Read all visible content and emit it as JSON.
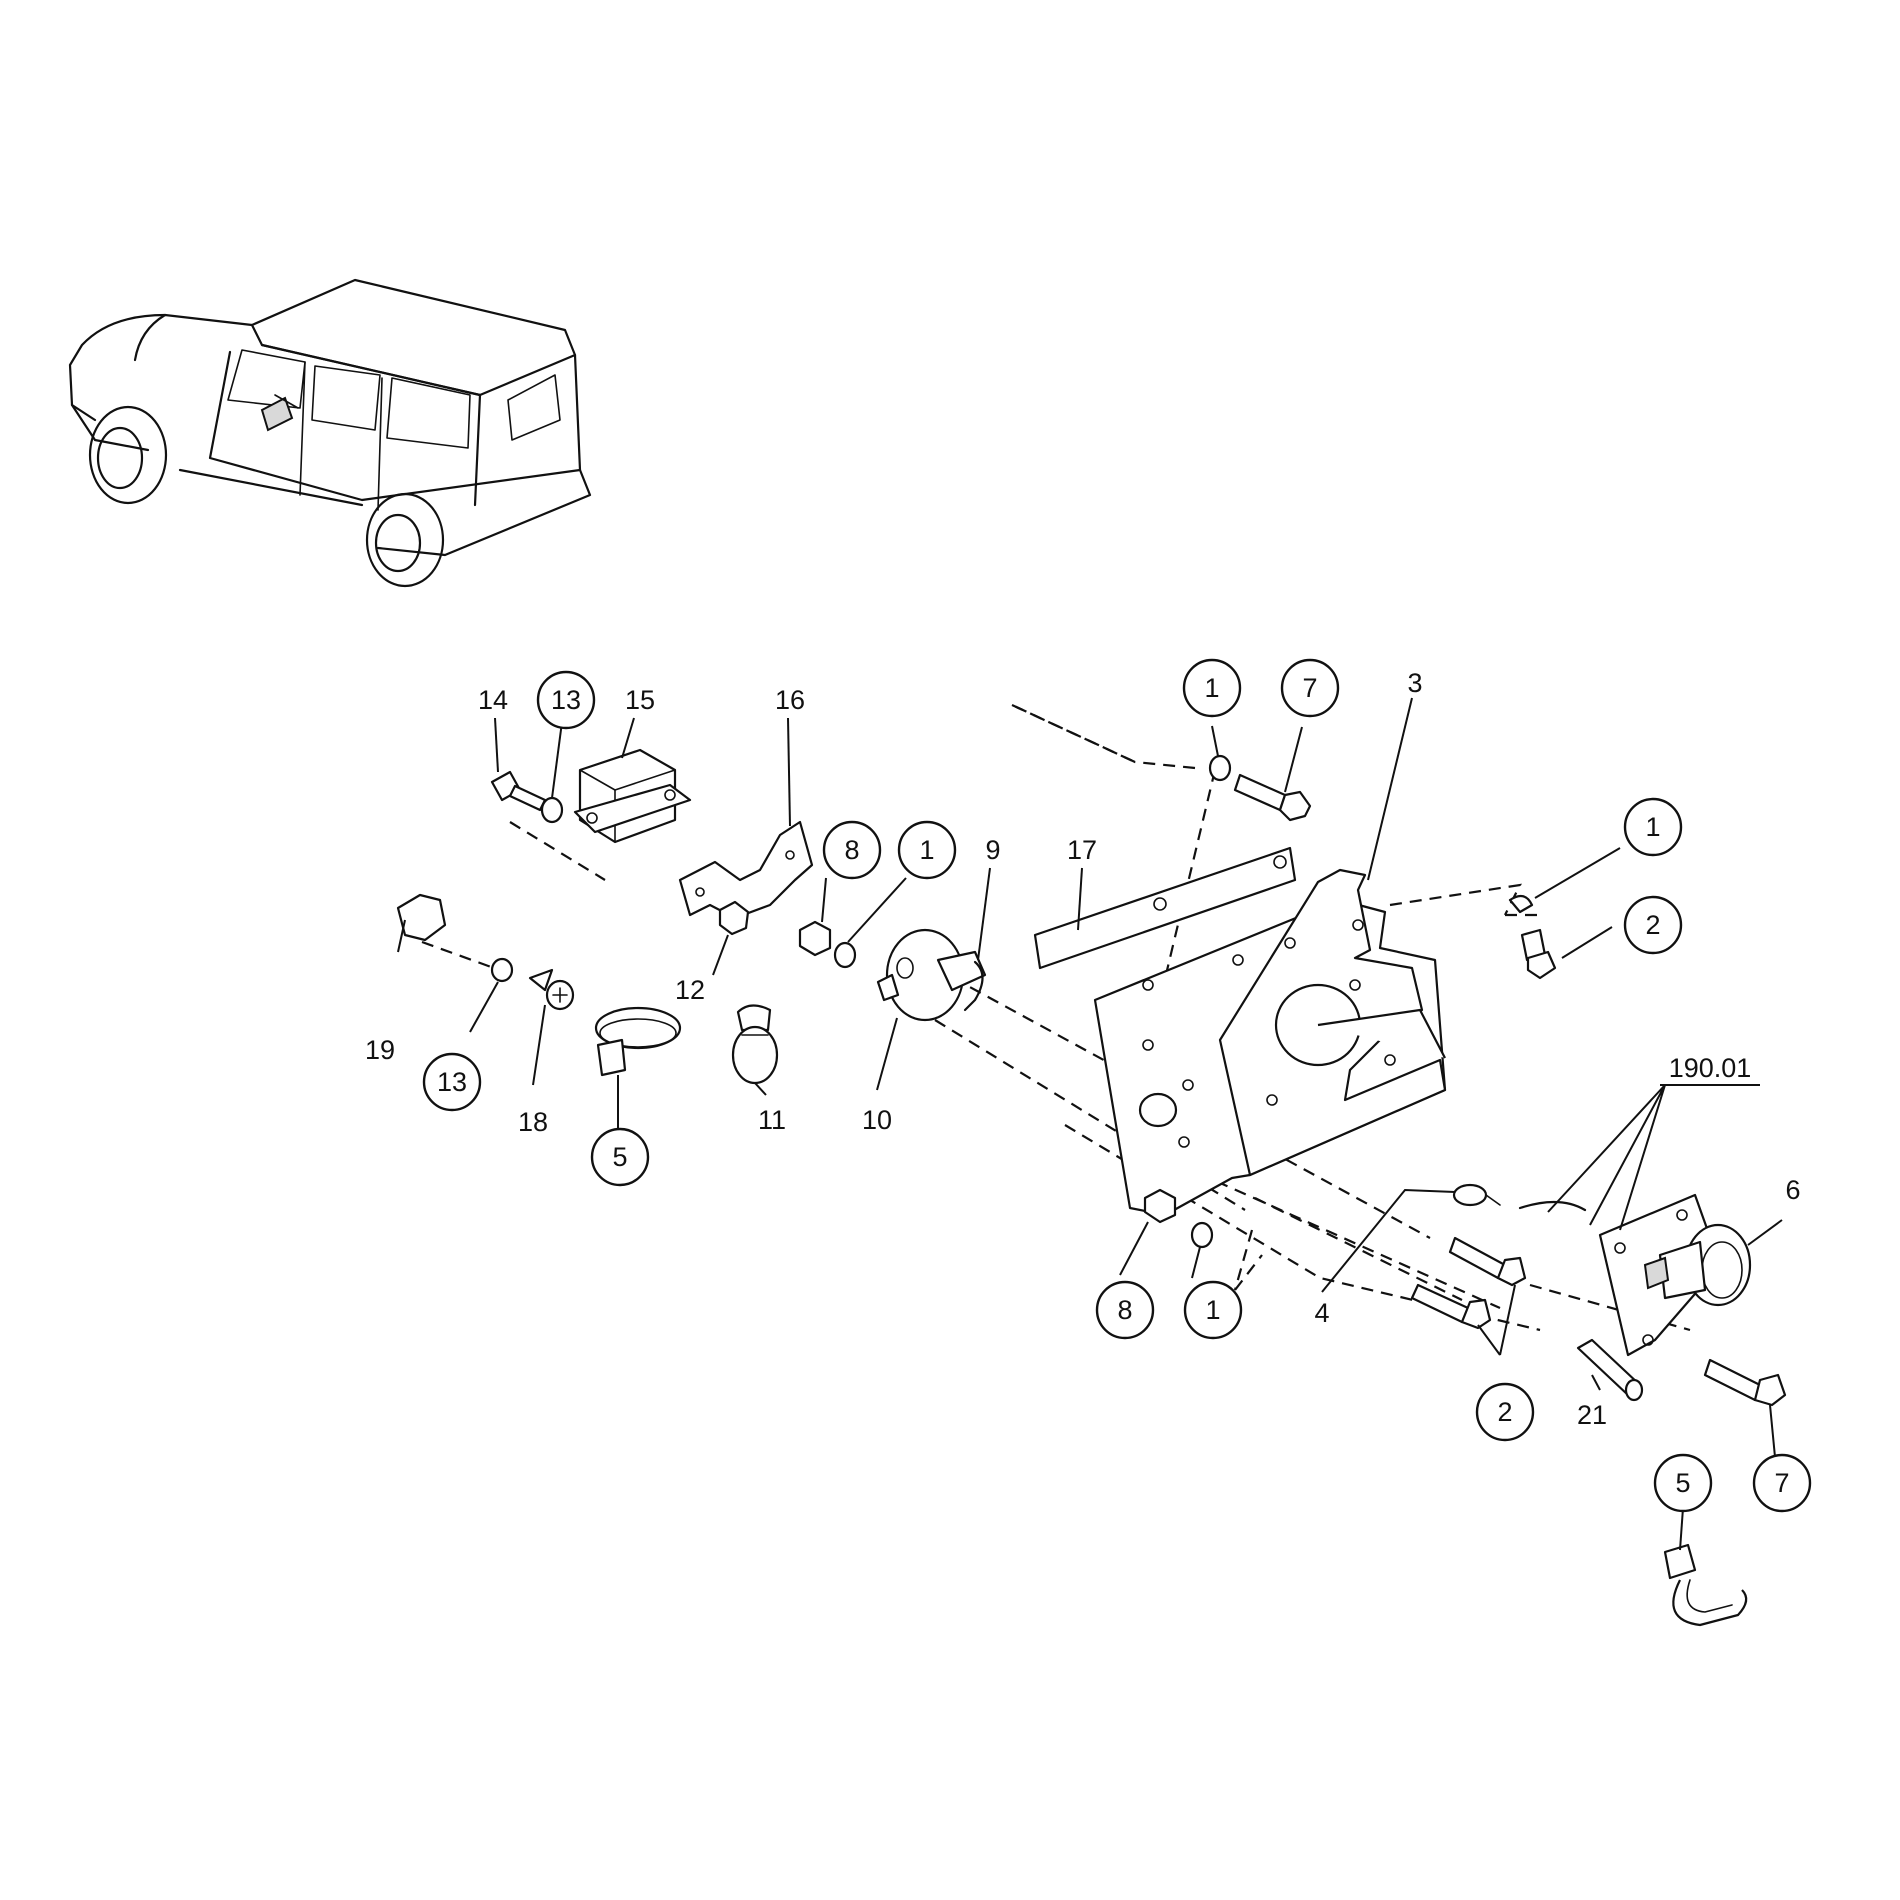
{
  "callouts": {
    "c14": "14",
    "c13a": "13",
    "c15": "15",
    "c16": "16",
    "c19": "19",
    "c13b": "13",
    "c18": "18",
    "c12": "12",
    "c5a": "5",
    "c11": "11",
    "c8a": "8",
    "c1a": "1",
    "c9": "9",
    "c10": "10",
    "c17": "17",
    "c1b": "1",
    "c7a": "7",
    "c3": "3",
    "c1c": "1",
    "c2a": "2",
    "c19001": "190.01",
    "c6": "6",
    "c8b": "8",
    "c1d": "1",
    "c4": "4",
    "c2b": "2",
    "c21": "21",
    "c7b": "7",
    "c5b": "5"
  }
}
